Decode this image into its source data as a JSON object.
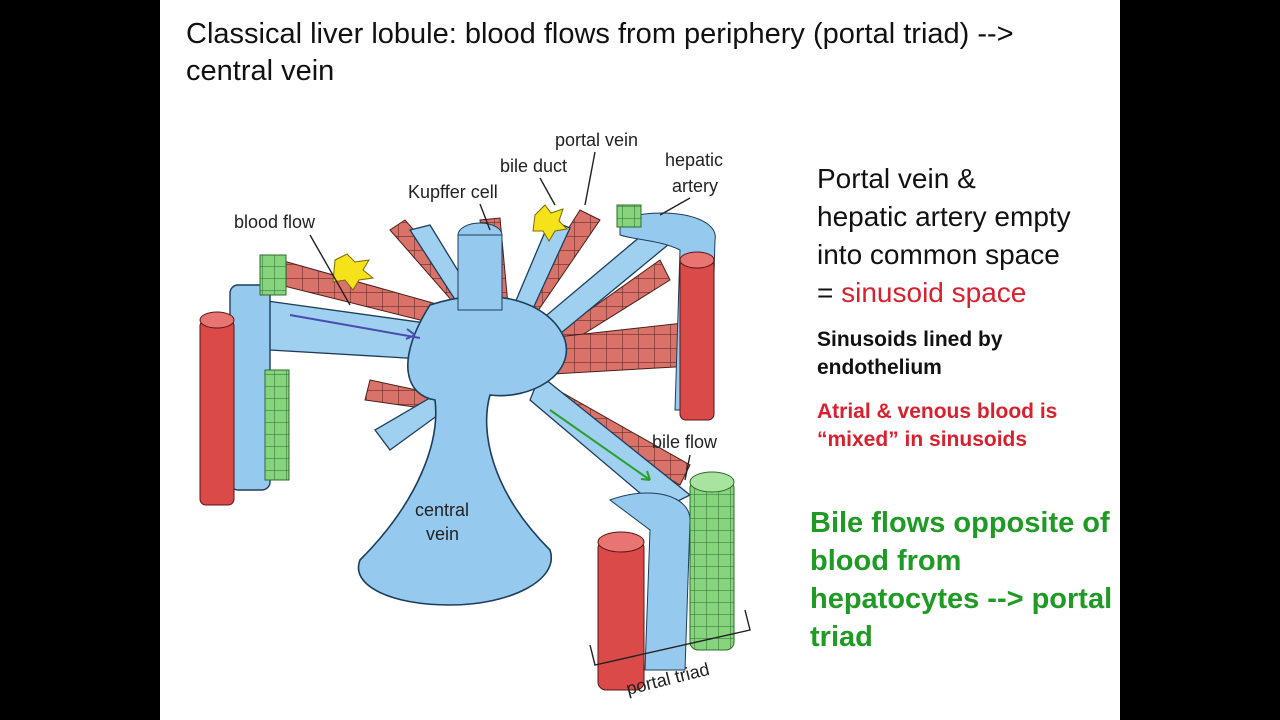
{
  "title": "Classical liver lobule:  blood flows from periphery (portal triad) --> central vein",
  "right_text": {
    "p1_line1": "Portal vein &",
    "p1_line2": "hepatic artery empty",
    "p1_line3": "into common space",
    "p1_prefix": "= ",
    "p1_highlight": "sinusoid space",
    "p2": "Sinusoids lined by endothelium",
    "p3": "Atrial & venous blood is “mixed” in sinusoids",
    "p4": "Bile flows opposite of blood from hepatocytes --> portal triad"
  },
  "diagram_labels": {
    "portal_vein": "portal vein",
    "bile_duct": "bile duct",
    "hepatic": "hepatic",
    "artery": "artery",
    "kupffer_cell": "Kupffer cell",
    "blood_flow": "blood flow",
    "bile_flow": "bile flow",
    "central": "central",
    "vein": "vein",
    "portal_triad": "portal triad"
  },
  "colors": {
    "background": "#000000",
    "slide": "#ffffff",
    "highlight_red": "#d8202e",
    "bile_green": "#1f9a24",
    "vein_blue": "#8ec5ec",
    "artery_red": "#d94a48",
    "duct_green": "#7fcf7a",
    "hepatocyte": "#d9736a",
    "kupffer_yellow": "#f5e21a"
  }
}
